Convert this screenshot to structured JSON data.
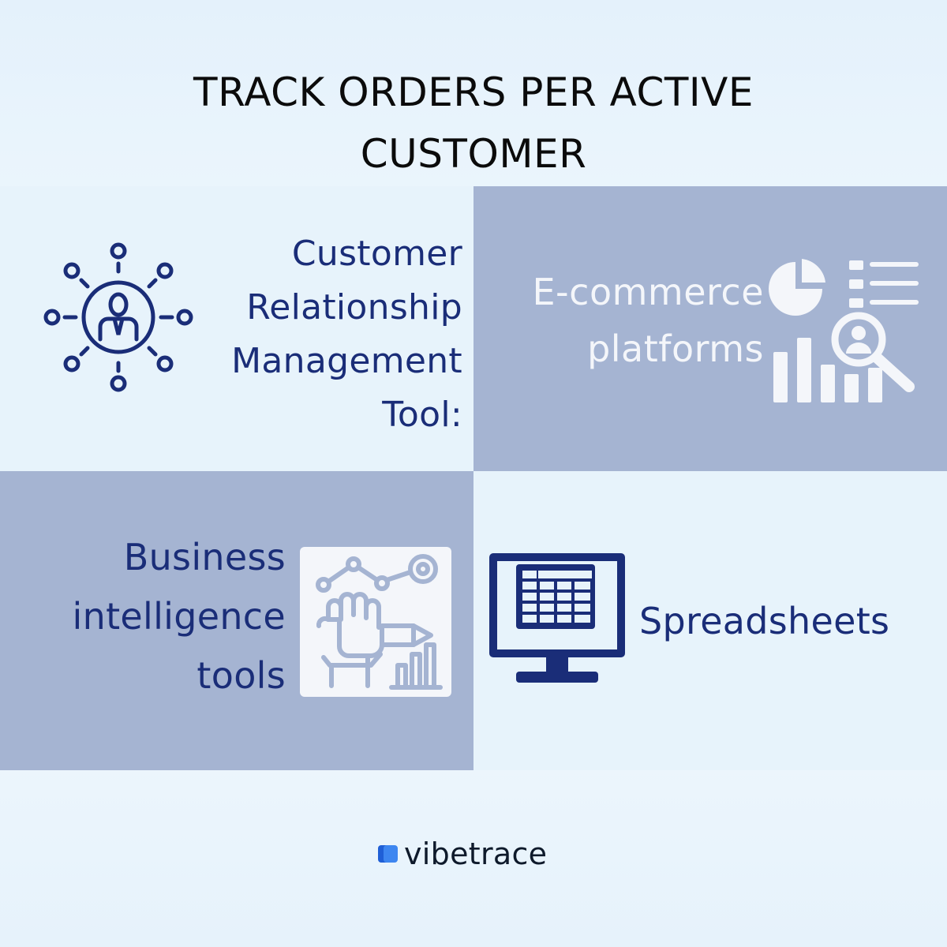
{
  "page": {
    "title_lines": [
      "TRACK ORDERS PER ACTIVE",
      "CUSTOMER"
    ]
  },
  "tiles": {
    "crm": {
      "label_lines": [
        "Customer",
        "Relationship",
        "Management",
        "Tool:"
      ],
      "icon": "network-person-icon",
      "background": "#e7f3fb",
      "text_color": "#1a2d78"
    },
    "ecommerce": {
      "label_lines": [
        "E-commerce",
        "platforms"
      ],
      "icon": "analytics-search-icon",
      "background": "#a5b4d2",
      "text_color": "#f4f6fa"
    },
    "bi": {
      "label_lines": [
        "Business",
        "intelligence",
        "tools"
      ],
      "icon": "hand-pen-chart-icon",
      "background": "#a5b4d2",
      "text_color": "#1a2d78"
    },
    "spreadsheets": {
      "label_lines": [
        "Spreadsheets"
      ],
      "icon": "monitor-spreadsheet-icon",
      "background": "#e7f3fb",
      "text_color": "#1a2d78"
    }
  },
  "brand": {
    "name": "vibetrace",
    "accent": "#2f6fe4",
    "icon": "vibetrace-logo-icon"
  }
}
